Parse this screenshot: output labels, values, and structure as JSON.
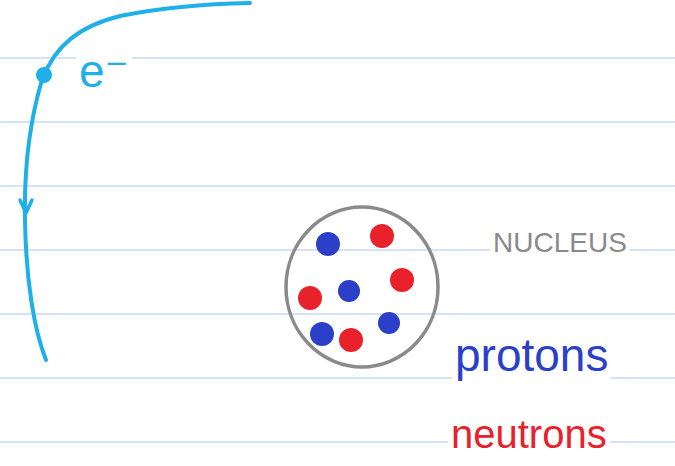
{
  "diagram": {
    "labels": [
      "e⁻",
      "NUCLEUS",
      "protons",
      "neutrons"
    ]
  }
}
